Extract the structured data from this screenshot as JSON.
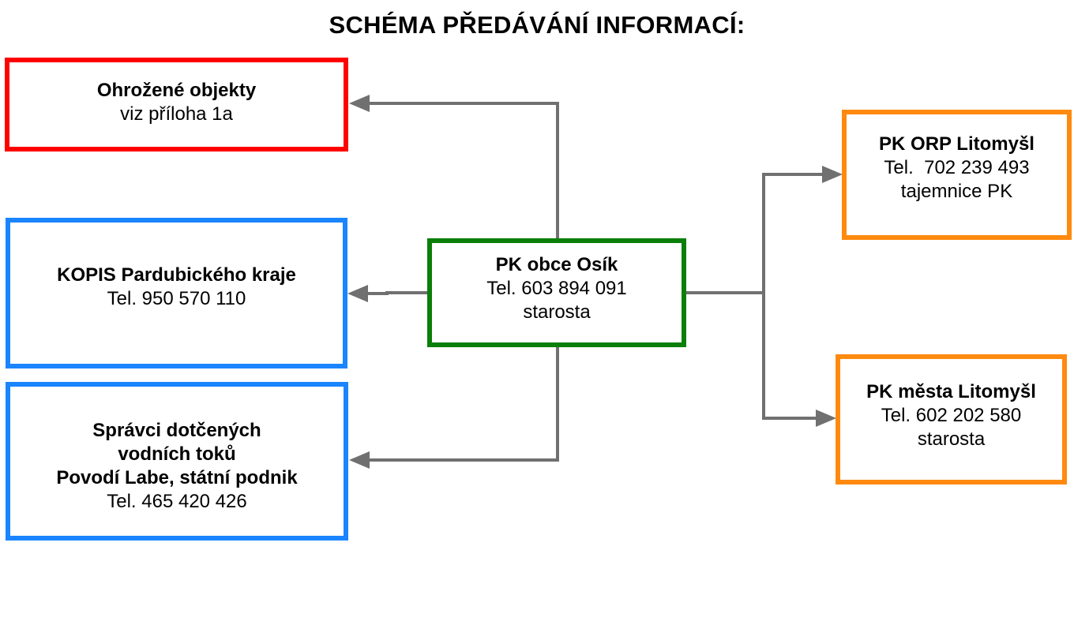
{
  "title": "SCHÉMA PŘEDÁVÁNÍ INFORMACÍ:",
  "colors": {
    "red": "#ff0000",
    "blue": "#1a85ff",
    "green": "#0a7f0a",
    "orange": "#ff8a0f",
    "arrow": "#707070"
  },
  "nodes": {
    "center": {
      "name": "PK obce Osík",
      "phone": "Tel. 603 894 091",
      "role": "starosta"
    },
    "endangered": {
      "name": "Ohrožené objekty",
      "note": "viz příloha 1a"
    },
    "kopis": {
      "name": "KOPIS Pardubického kraje",
      "phone": "Tel. 950 570 110"
    },
    "water": {
      "line1": "Správci dotčených",
      "line2": "vodních toků",
      "line3": "Povodí Labe, státní podnik",
      "phone": "Tel. 465 420 426"
    },
    "orp": {
      "name": "PK ORP Litomyšl",
      "phone": "Tel.  702 239 493",
      "role": "tajemnice PK"
    },
    "town": {
      "name": "PK města Litomyšl",
      "phone": "Tel. 602 202 580",
      "role": "starosta"
    }
  }
}
